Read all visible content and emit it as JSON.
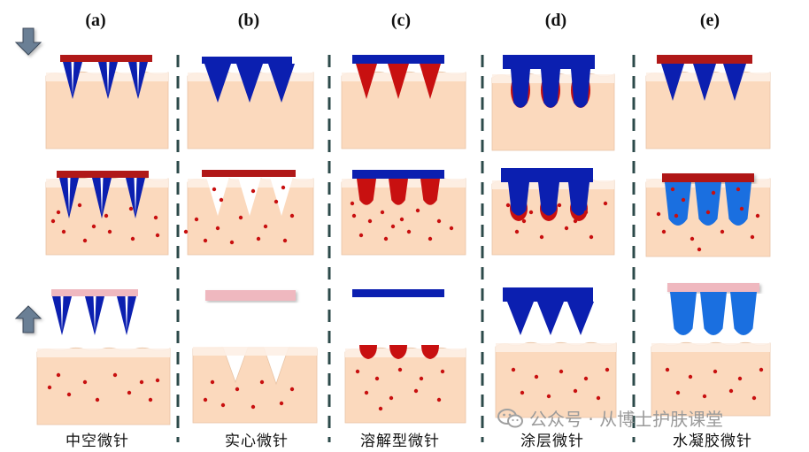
{
  "columns": [
    {
      "label": "(a)",
      "name": "中空微针"
    },
    {
      "label": "(b)",
      "name": "实心微针"
    },
    {
      "label": "(c)",
      "name": "溶解型微针"
    },
    {
      "label": "(d)",
      "name": "涂层微针"
    },
    {
      "label": "(e)",
      "name": "水凝胶微针"
    }
  ],
  "watermark": {
    "text": "公众号 · 从博士护肤课堂",
    "icon": "wechat-icon"
  },
  "arrows": {
    "down": "arrow-down-icon",
    "up": "arrow-up-icon"
  },
  "colors": {
    "skin": "#fbd9bd",
    "skin_top": "#fdf0e6",
    "needle_blue": "#0b1fb0",
    "hydrogel_blue": "#1a6fe0",
    "base_red": "#b01818",
    "drug_red": "#c81010",
    "pink_base": "#efb8bf",
    "divider": "#2c4a4a",
    "arrow": "#6b7f95"
  }
}
